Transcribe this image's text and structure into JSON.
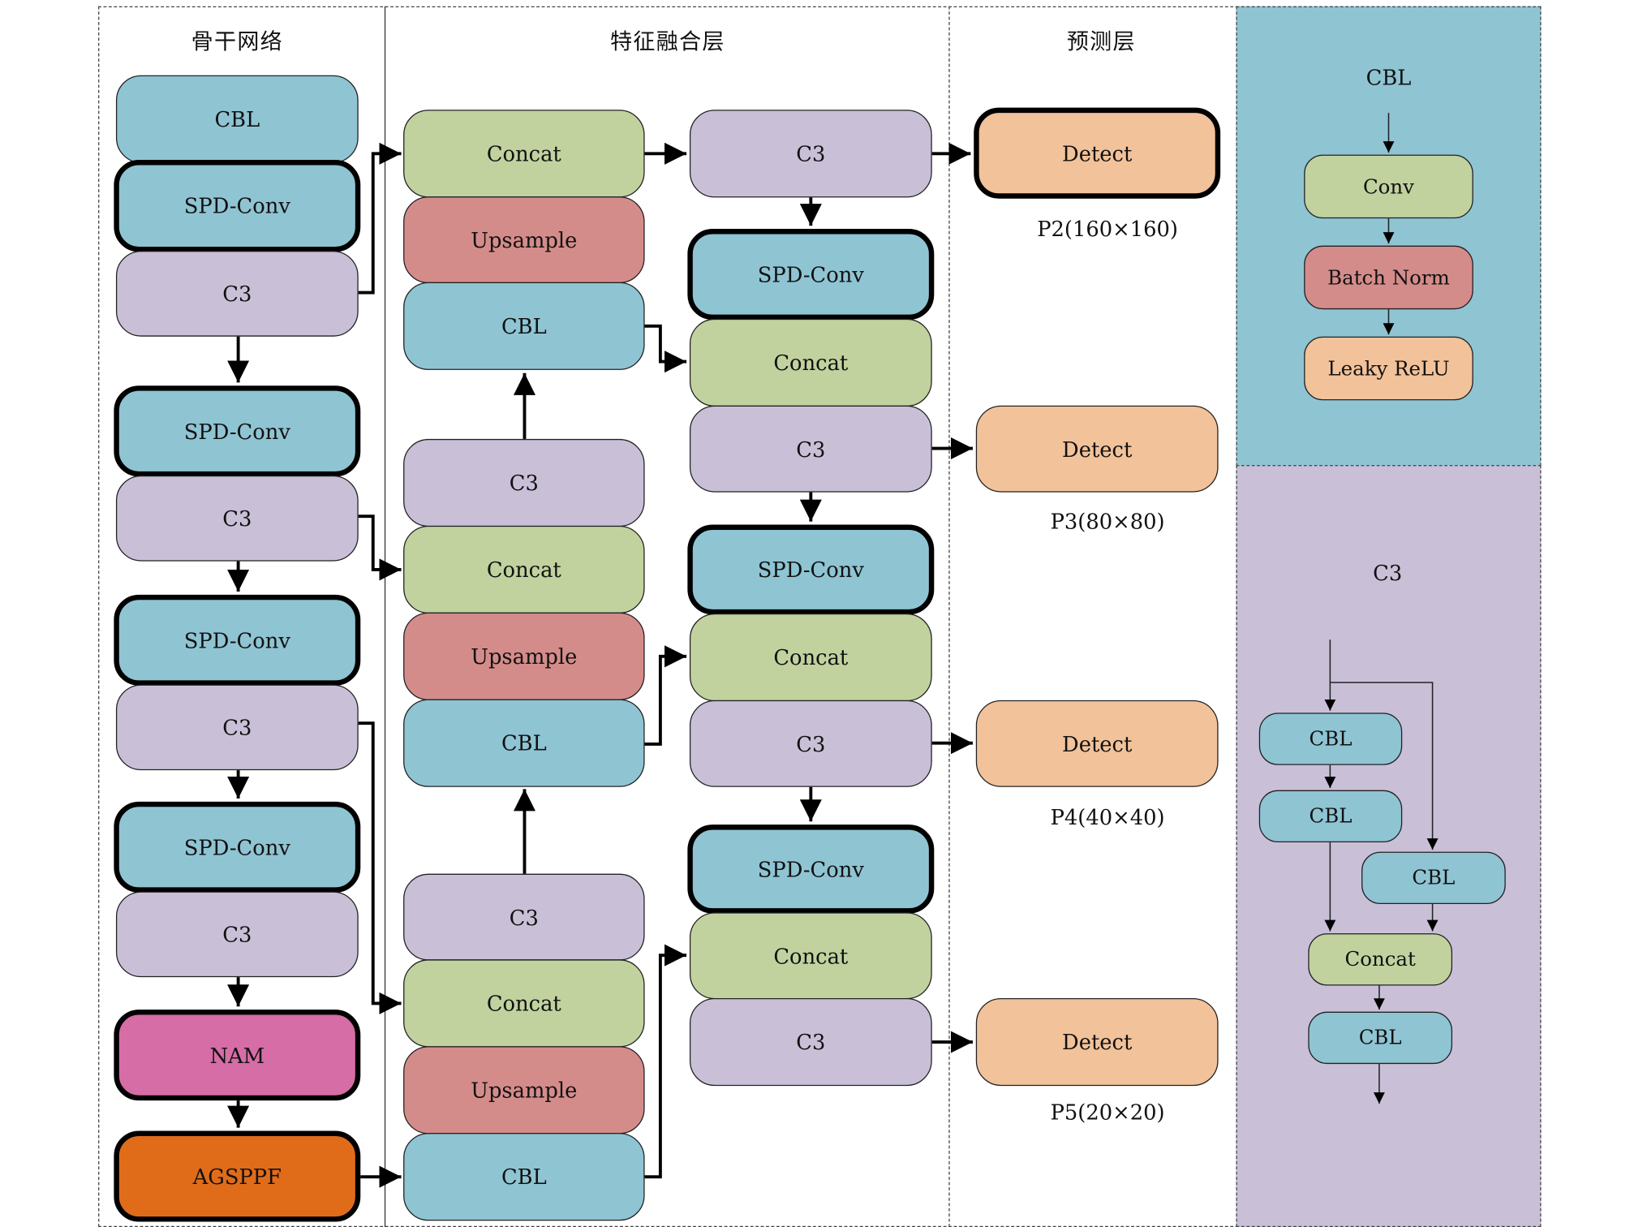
{
  "sections": {
    "backbone": "骨干网络",
    "neck": "特征融合层",
    "head": "预测层"
  },
  "colors": {
    "cbl": "#8fc4d3",
    "c3": "#c9c0d8",
    "concat": "#c1d29f",
    "upsample": "#d48c8a",
    "detect": "#f2c29a",
    "nam": "#d66da6",
    "agsppf": "#e06c1a"
  },
  "backbone": [
    {
      "label": "CBL",
      "type": "cbl"
    },
    {
      "label": "SPD-Conv",
      "type": "spd"
    },
    {
      "label": "C3",
      "type": "c3"
    },
    {
      "label": "SPD-Conv",
      "type": "spd"
    },
    {
      "label": "C3",
      "type": "c3"
    },
    {
      "label": "SPD-Conv",
      "type": "spd"
    },
    {
      "label": "C3",
      "type": "c3"
    },
    {
      "label": "SPD-Conv",
      "type": "spd"
    },
    {
      "label": "C3",
      "type": "c3"
    },
    {
      "label": "NAM",
      "type": "nam"
    },
    {
      "label": "AGSPPF",
      "type": "agsppf"
    }
  ],
  "neck_left": [
    {
      "label": "Concat"
    },
    {
      "label": "Upsample"
    },
    {
      "label": "CBL"
    },
    {
      "label": "C3"
    },
    {
      "label": "Concat"
    },
    {
      "label": "Upsample"
    },
    {
      "label": "CBL"
    },
    {
      "label": "C3"
    },
    {
      "label": "Concat"
    },
    {
      "label": "Upsample"
    },
    {
      "label": "CBL"
    }
  ],
  "neck_right": [
    {
      "label": "C3"
    },
    {
      "label": "SPD-Conv"
    },
    {
      "label": "Concat"
    },
    {
      "label": "C3"
    },
    {
      "label": "SPD-Conv"
    },
    {
      "label": "Concat"
    },
    {
      "label": "C3"
    },
    {
      "label": "SPD-Conv"
    },
    {
      "label": "Concat"
    },
    {
      "label": "C3"
    }
  ],
  "head": [
    {
      "label": "Detect",
      "scale": "P2(160×160)"
    },
    {
      "label": "Detect",
      "scale": "P3(80×80)"
    },
    {
      "label": "Detect",
      "scale": "P4(40×40)"
    },
    {
      "label": "Detect",
      "scale": "P5(20×20)"
    }
  ],
  "legend_cbl": {
    "title": "CBL",
    "steps": [
      "Conv",
      "Batch Norm",
      "Leaky ReLU"
    ]
  },
  "legend_c3": {
    "title": "C3",
    "branch_a": [
      "CBL",
      "CBL"
    ],
    "branch_b": [
      "CBL"
    ],
    "merge": "Concat",
    "output": "CBL"
  }
}
